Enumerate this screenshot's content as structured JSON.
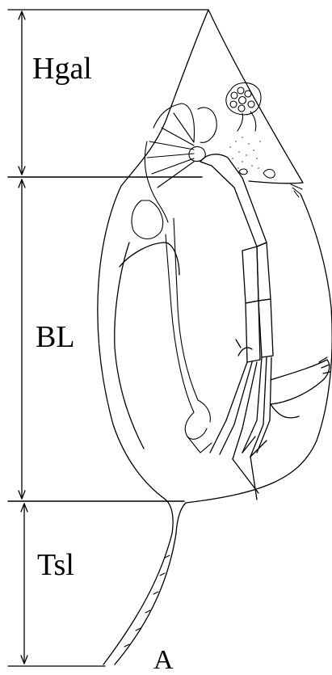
{
  "labels": {
    "helmet": "Hgal",
    "body": "BL",
    "tail_spine": "Tsl",
    "panel": "A"
  },
  "colors": {
    "ink": "#000000",
    "paper": "#ffffff",
    "stipple": "#8a8a8a"
  }
}
